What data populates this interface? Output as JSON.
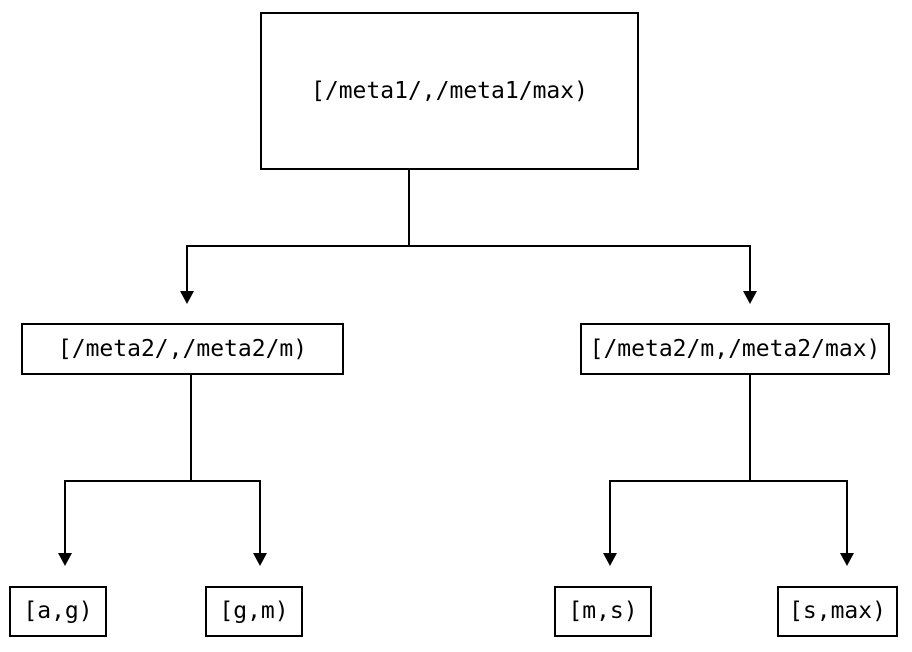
{
  "diagram": {
    "type": "tree",
    "title": "",
    "background_color": "#ffffff",
    "line_color": "#000000",
    "text_color": "#000000",
    "levels": 3,
    "root": {
      "label": "[/meta1/,/meta1/max)"
    },
    "level2": [
      {
        "label": "[/meta2/,/meta2/m)"
      },
      {
        "label": "[/meta2/m,/meta2/max)"
      }
    ],
    "leaves": [
      {
        "label": "[a,g)"
      },
      {
        "label": "[g,m)"
      },
      {
        "label": "[m,s)"
      },
      {
        "label": "[s,max)"
      }
    ]
  }
}
